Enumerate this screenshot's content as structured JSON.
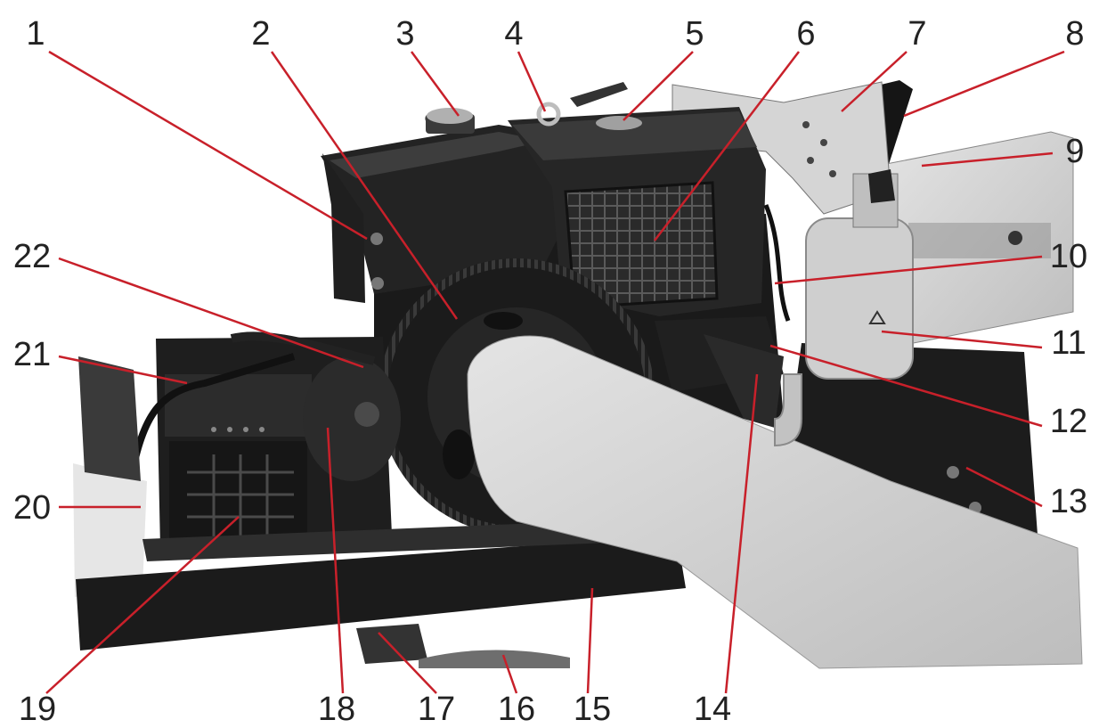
{
  "diagram": {
    "callouts": [
      {
        "number": "1"
      },
      {
        "number": "2"
      },
      {
        "number": "3"
      },
      {
        "number": "4"
      },
      {
        "number": "5"
      },
      {
        "number": "6"
      },
      {
        "number": "7"
      },
      {
        "number": "8"
      },
      {
        "number": "9"
      },
      {
        "number": "10"
      },
      {
        "number": "11"
      },
      {
        "number": "12"
      },
      {
        "number": "13"
      },
      {
        "number": "14"
      },
      {
        "number": "15"
      },
      {
        "number": "16"
      },
      {
        "number": "17"
      },
      {
        "number": "18"
      },
      {
        "number": "19"
      },
      {
        "number": "20"
      },
      {
        "number": "21"
      },
      {
        "number": "22"
      }
    ]
  },
  "colors": {
    "leader_line": "#c8202a",
    "label_text": "#222222",
    "engine_body": "#1a1a1a",
    "cover_panels": "#d8d8d8"
  }
}
